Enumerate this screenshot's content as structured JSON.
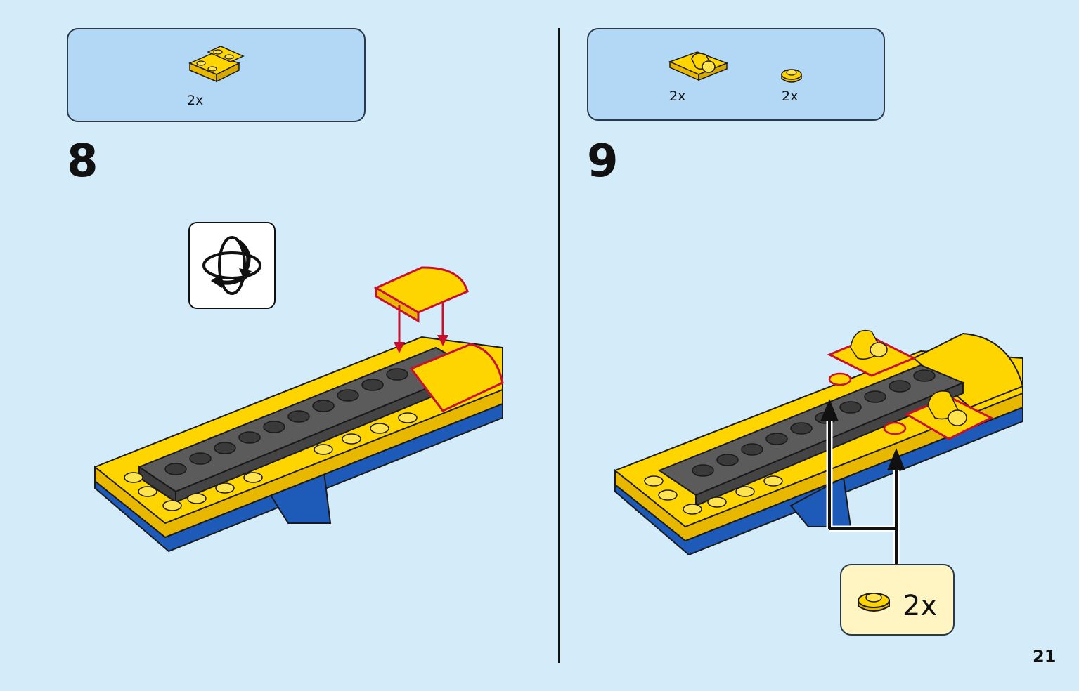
{
  "step8": {
    "number": "8",
    "parts": [
      {
        "quantity": "2x",
        "part_icon": "yellow-inverted-slope-brick-icon"
      }
    ],
    "rotate_icon": "rotate-model-icon"
  },
  "step9": {
    "number": "9",
    "parts": [
      {
        "quantity": "2x",
        "part_icon": "yellow-plate-with-clip-icon"
      },
      {
        "quantity": "2x",
        "part_icon": "yellow-round-stud-icon"
      }
    ],
    "callout": {
      "quantity": "2x",
      "part_icon": "yellow-round-stud-icon"
    }
  },
  "page_number": "21",
  "colors": {
    "background": "#d4ebfa",
    "parts_box": "#b3d8f5",
    "callout_box": "#fff5c2",
    "brick_yellow": "#ffd500",
    "brick_blue": "#1e5bb8",
    "brick_dark_grey": "#555555",
    "highlight_red": "#c8102e"
  }
}
